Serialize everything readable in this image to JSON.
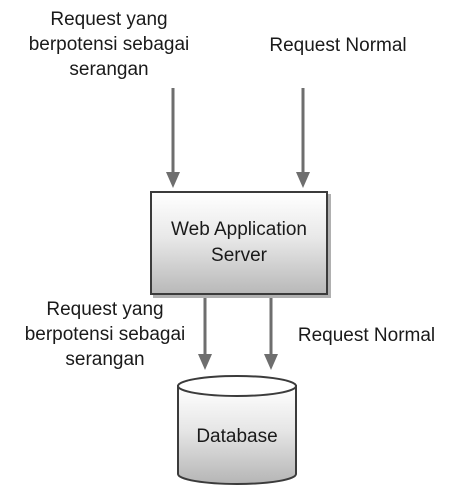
{
  "labels": {
    "top_attack": [
      "Request yang",
      "berpotensi sebagai",
      "serangan"
    ],
    "top_normal": "Request Normal",
    "mid_attack": [
      "Request yang",
      "berpotensi sebagai",
      "serangan"
    ],
    "mid_normal": "Request Normal"
  },
  "nodes": {
    "server": [
      "Web Application",
      "Server"
    ],
    "database": "Database"
  },
  "colors": {
    "arrow": "#6e6e6e",
    "border": "#3b3b3b",
    "fill_light": "#ffffff",
    "fill_dark": "#b9b9b9"
  }
}
